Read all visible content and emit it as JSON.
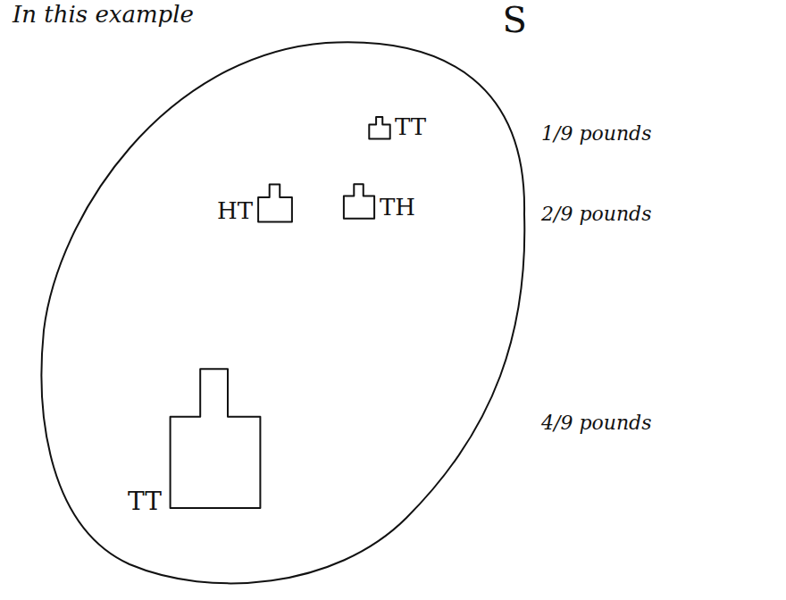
{
  "diagram": {
    "nodes": [
      {
        "text": [
          "S"
        ]
      },
      {
        "text": [
          "TT"
        ],
        "in": 0
      },
      {
        "text": [
          "HT"
        ],
        "in": 0
      },
      {
        "text": [
          "TH"
        ],
        "in": 0
      },
      {
        "text": [
          "TT"
        ],
        "in": 0
      }
    ],
    "labels": [
      "In this example",
      "1/9 pounds",
      "2/9 pounds",
      "4/9 pounds"
    ]
  }
}
